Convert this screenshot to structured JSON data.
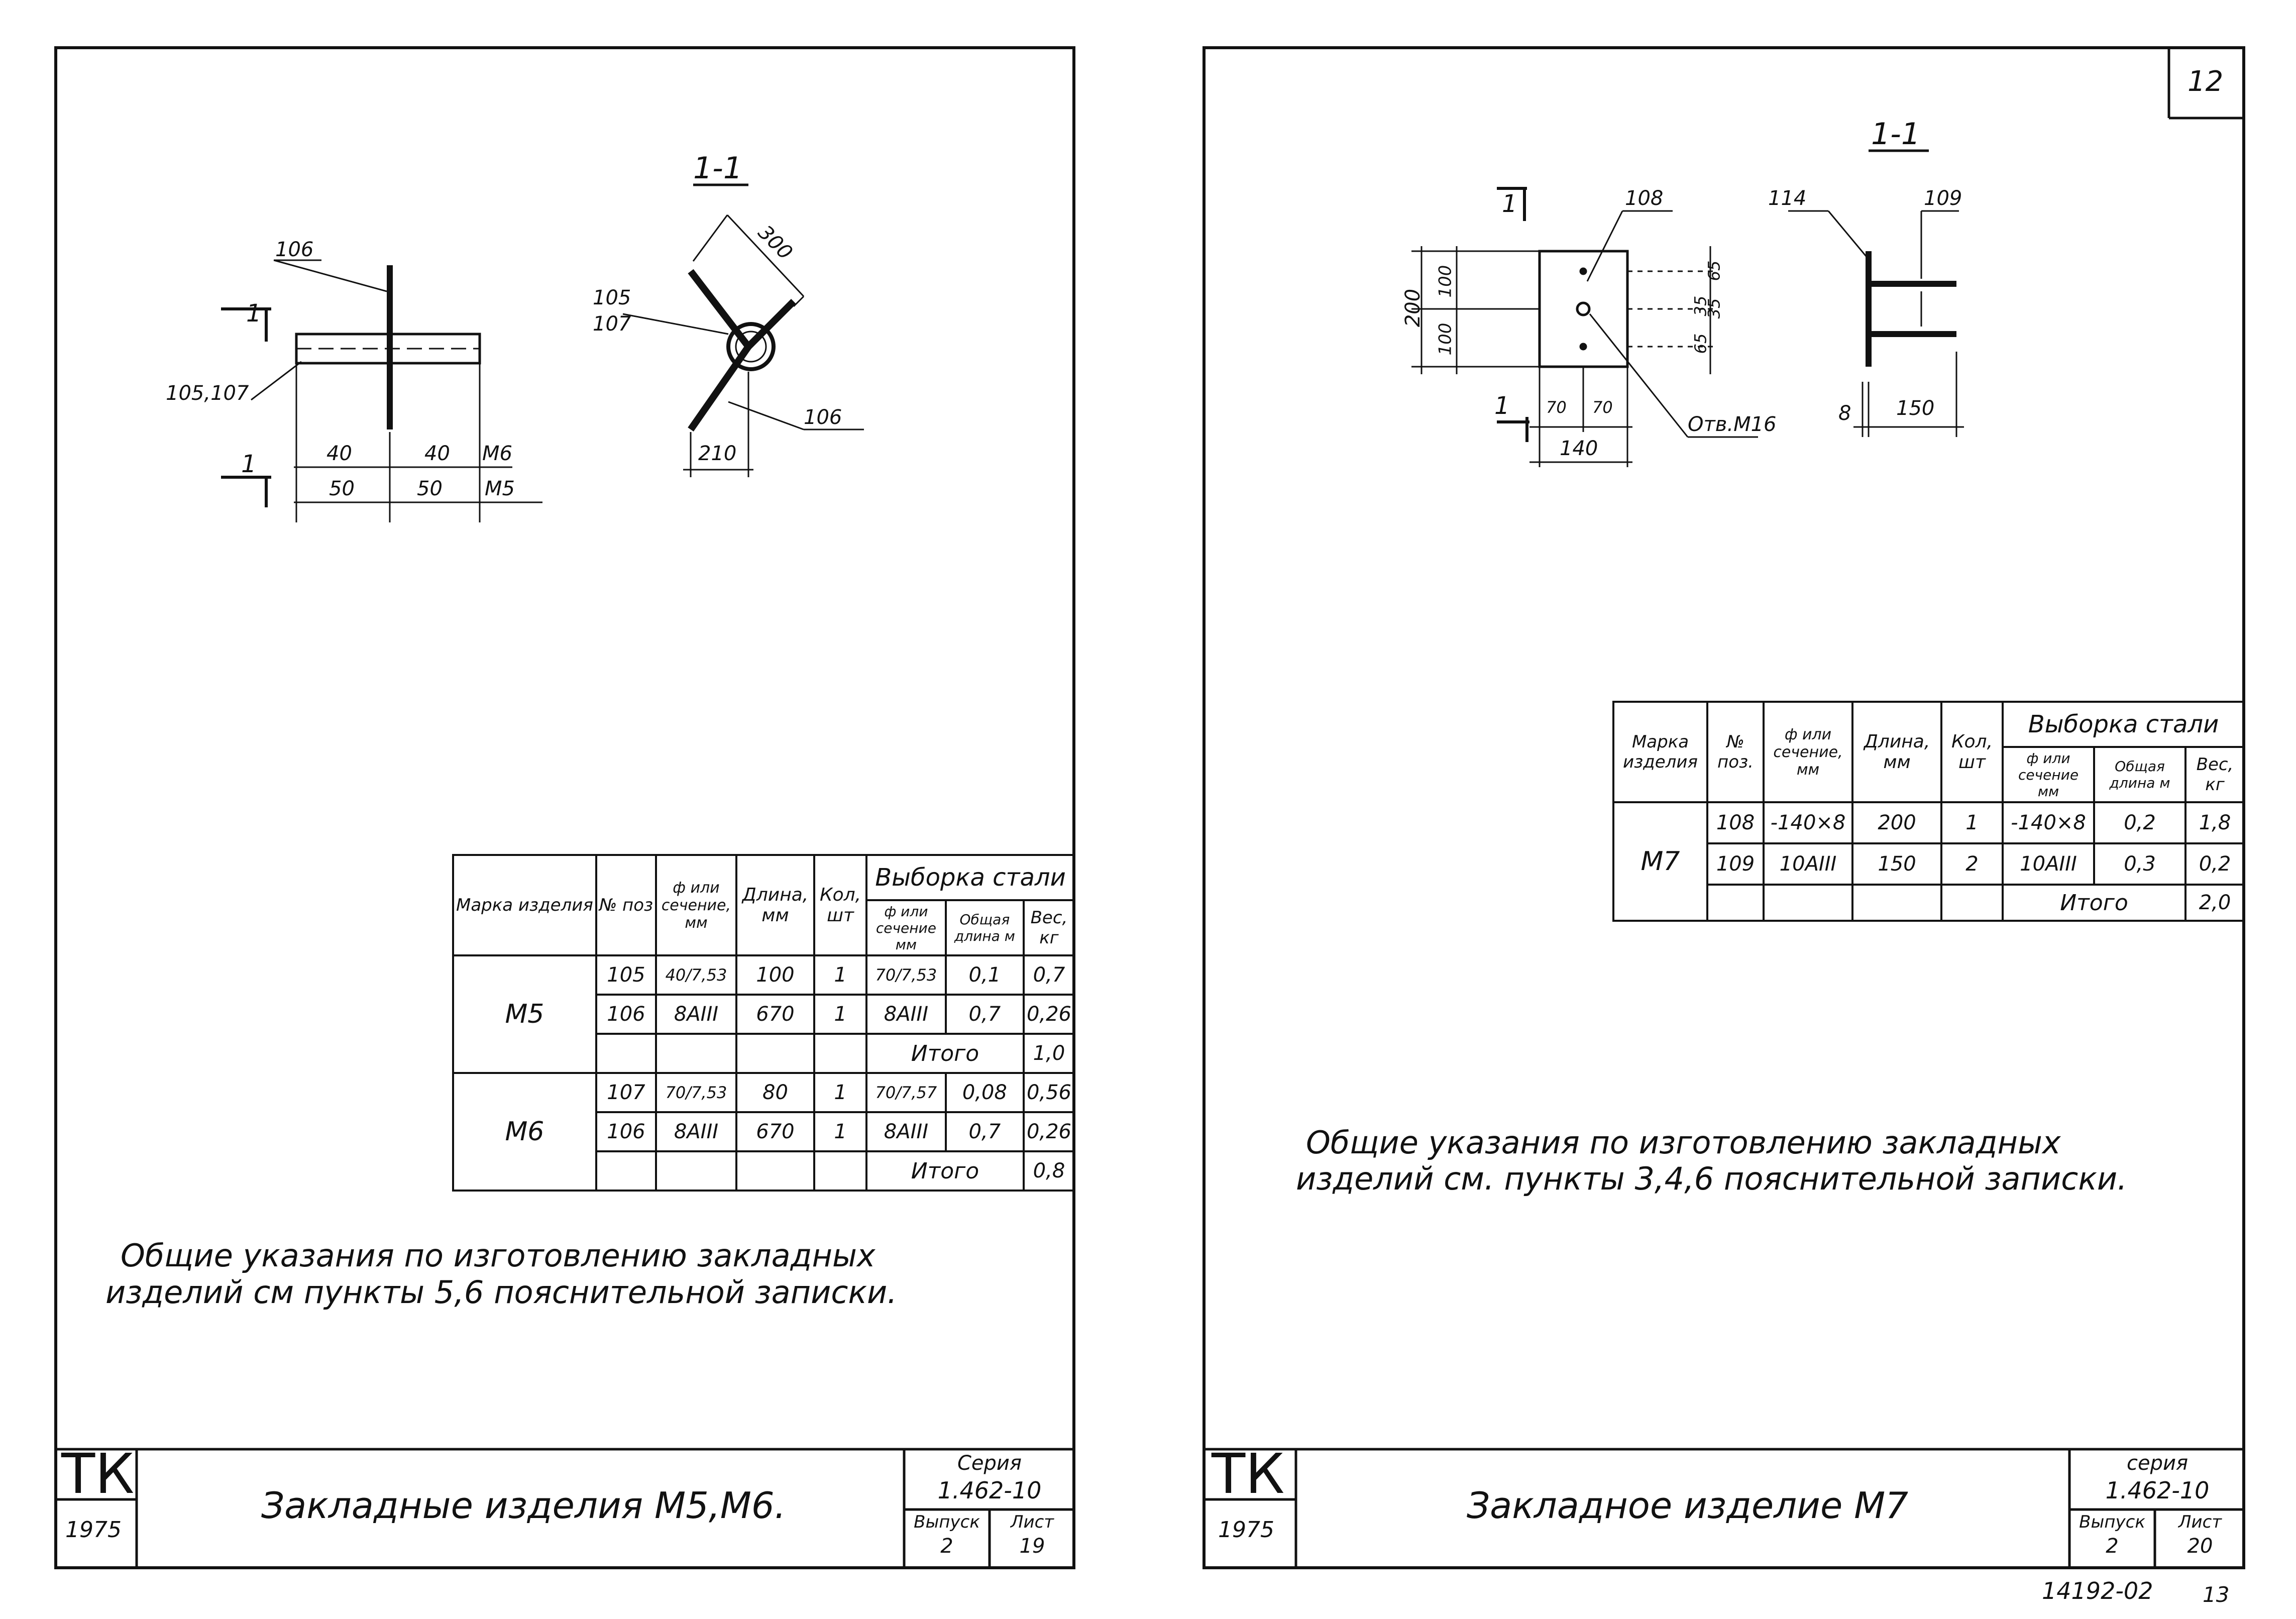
{
  "left_sheet": {
    "section_label": "1-1",
    "callouts": {
      "p106_top": "106",
      "p105_107": "105,107",
      "p105_over_107_top": "105",
      "p105_over_107_bot": "107",
      "p106_right": "106",
      "cut_1_top": "1",
      "cut_1_bottom": "1"
    },
    "dimensions": {
      "d40a": "40",
      "d40b": "40",
      "m6": "M6",
      "d50a": "50",
      "d50b": "50",
      "m5": "M5",
      "d300": "300",
      "d210": "210"
    },
    "table": {
      "headers": {
        "mark": "Марка изделия",
        "pos": "№ поз",
        "section": "ф или сечение, мм",
        "length": "Длина, мм",
        "qty": "Кол, шт",
        "steel": "Выборка стали",
        "s_section": "ф или сечение мм",
        "s_length": "Общая длина м",
        "s_weight": "Вес, кг"
      },
      "rows": [
        {
          "mark": "M5",
          "pos": "105",
          "section": "40/7,53",
          "length": "100",
          "qty": "1",
          "s_section": "70/7,53",
          "s_length": "0,1",
          "s_weight": "0,7"
        },
        {
          "mark": "",
          "pos": "106",
          "section": "8AIII",
          "length": "670",
          "qty": "1",
          "s_section": "8AIII",
          "s_length": "0,7",
          "s_weight": "0,26"
        },
        {
          "mark": "",
          "pos": "",
          "section": "",
          "length": "",
          "qty": "",
          "s_section": "Итого",
          "s_length": "",
          "s_weight": "1,0"
        },
        {
          "mark": "M6",
          "pos": "107",
          "section": "70/7,53",
          "length": "80",
          "qty": "1",
          "s_section": "70/7,57",
          "s_length": "0,08",
          "s_weight": "0,56"
        },
        {
          "mark": "",
          "pos": "106",
          "section": "8AIII",
          "length": "670",
          "qty": "1",
          "s_section": "8AIII",
          "s_length": "0,7",
          "s_weight": "0,26"
        },
        {
          "mark": "",
          "pos": "",
          "section": "",
          "length": "",
          "qty": "",
          "s_section": "Итого",
          "s_length": "",
          "s_weight": "0,8"
        }
      ]
    },
    "note_line1": "Общие указания по изготовлению закладных",
    "note_line2": "изделий см пункты 5,6 пояснительной записки.",
    "stamp": {
      "org": "ТК",
      "year": "1975",
      "title": "Закладные изделия М5,М6.",
      "series_label": "Серия",
      "series": "1.462-10",
      "issue_label": "Выпуск",
      "issue": "2",
      "sheet_label": "Лист",
      "sheet": "19"
    }
  },
  "right_sheet": {
    "page_number": "12",
    "section_label": "1-1",
    "callouts": {
      "p108": "108",
      "p114": "114",
      "p109": "109",
      "hole": "Отв.М16",
      "cut_1_top": "1",
      "cut_1_bottom": "1"
    },
    "dimensions": {
      "d200": "200",
      "d100a": "100",
      "d100b": "100",
      "d65a": "65",
      "d35a": "35",
      "d35b": "35",
      "d65b": "65",
      "d70a": "70",
      "d70b": "70",
      "d140": "140",
      "d8": "8",
      "d150": "150"
    },
    "table": {
      "headers": {
        "mark": "Марка изделия",
        "pos": "№ поз.",
        "section": "ф или сечение, мм",
        "length": "Длина, мм",
        "qty": "Кол, шт",
        "steel": "Выборка стали",
        "s_section": "ф или сечение мм",
        "s_length": "Общая длина м",
        "s_weight": "Вес, кг"
      },
      "rows": [
        {
          "mark": "M7",
          "pos": "108",
          "section": "-140×8",
          "length": "200",
          "qty": "1",
          "s_section": "-140×8",
          "s_length": "0,2",
          "s_weight": "1,8"
        },
        {
          "mark": "",
          "pos": "109",
          "section": "10AIII",
          "length": "150",
          "qty": "2",
          "s_section": "10AIII",
          "s_length": "0,3",
          "s_weight": "0,2"
        },
        {
          "mark": "",
          "pos": "",
          "section": "",
          "length": "",
          "qty": "",
          "s_section": "Итого",
          "s_length": "",
          "s_weight": "2,0"
        }
      ]
    },
    "note_line1": "Общие указания по изготовлению закладных",
    "note_line2": "изделий  см. пункты 3,4,6 пояснительной записки.",
    "stamp": {
      "org": "ТК",
      "year": "1975",
      "title": "Закладное изделие М7",
      "series_label": "серия",
      "series": "1.462-10",
      "issue_label": "Выпуск",
      "issue": "2",
      "sheet_label": "Лист",
      "sheet": "20"
    }
  },
  "footer": {
    "archive_no": "14192-02",
    "page": "13"
  }
}
